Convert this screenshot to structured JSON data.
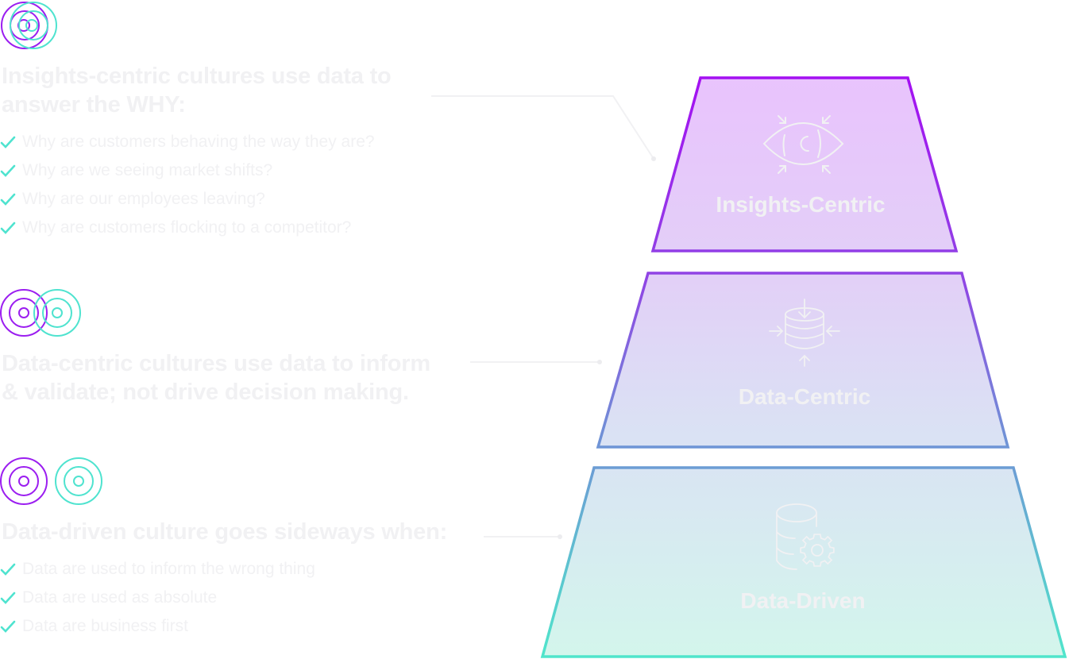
{
  "colors": {
    "purple": "#9b1ef0",
    "teal": "#4fe3cf",
    "text": "#f1f1f3",
    "connector": "#f1f1f3"
  },
  "sections": [
    {
      "icon": "overlapping-target-rings-icon",
      "heading_lines": [
        "Insights-centric cultures use data to",
        "answer the WHY:"
      ],
      "bullets": [
        "Why are customers behaving the way they are?",
        "Why are we seeing market shifts?",
        "Why are our employees leaving?",
        "Why are customers flocking to a competitor?"
      ]
    },
    {
      "icon": "partially-overlapping-target-rings-icon",
      "heading_lines": [
        "Data-centric cultures use data to inform",
        "& validate; not drive decision making."
      ],
      "bullets": []
    },
    {
      "icon": "separate-target-rings-icon",
      "heading_lines": [
        "Data-driven culture goes sideways when:"
      ],
      "bullets": [
        "Data are used to inform the wrong thing",
        "Data are used as absolute",
        "Data are business first"
      ]
    }
  ],
  "pyramid": {
    "tiers": [
      {
        "label": "Insights-Centric",
        "icon": "eye-focus-icon"
      },
      {
        "label": "Data-Centric",
        "icon": "database-inflow-icon"
      },
      {
        "label": "Data-Driven",
        "icon": "database-gear-icon"
      }
    ]
  }
}
